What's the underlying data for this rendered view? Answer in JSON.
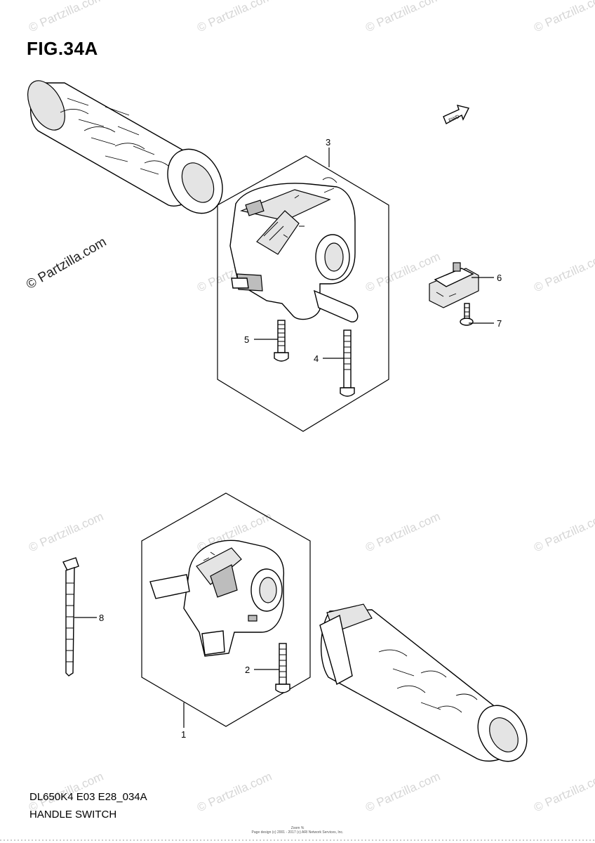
{
  "figure_title": "FIG.34A",
  "footer": {
    "model_code": "DL650K4 E03 E28_034A",
    "section_name": "HANDLE SWITCH",
    "tiny_print_1": "Zoom  %",
    "tiny_print_2": "Page design (c) 2001 - 2017 (c) ARI Network Services, Inc."
  },
  "watermark_text": "© Partzilla.com",
  "fwd_arrow_label": "FWD",
  "callouts": {
    "p1": "1",
    "p2": "2",
    "p3": "3",
    "p4": "4",
    "p5": "5",
    "p6": "6",
    "p7": "7",
    "p8": "8"
  }
}
